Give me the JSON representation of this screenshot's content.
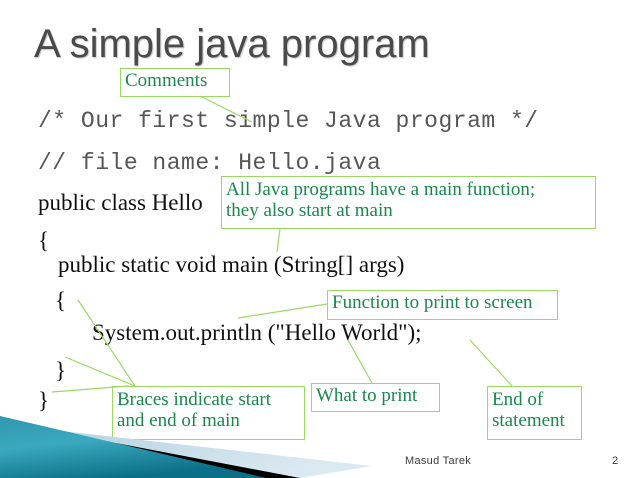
{
  "slide": {
    "title": "A simple java program",
    "title_color": "#4a4a4a",
    "background": "#ffffff"
  },
  "code": {
    "lines": [
      {
        "id": "comment1",
        "text": "/* Our first simple Java program */",
        "style": "mono"
      },
      {
        "id": "comment2",
        "text": "// file name: Hello.java",
        "style": "mono"
      },
      {
        "id": "class",
        "text": "public class Hello",
        "style": "serif"
      },
      {
        "id": "brace_open_class",
        "text": "{",
        "style": "serif"
      },
      {
        "id": "main",
        "text": "public static void main (String[] args)",
        "style": "serif"
      },
      {
        "id": "brace_open_main",
        "text": "{",
        "style": "serif"
      },
      {
        "id": "println",
        "text": "System.out.println (\"Hello World\");",
        "style": "serif"
      },
      {
        "id": "brace_close_main",
        "text": "}",
        "style": "serif"
      },
      {
        "id": "brace_close_class",
        "text": "}",
        "style": "serif"
      }
    ]
  },
  "callouts": {
    "accent_border": "#9ada62",
    "accent_text": "#18884c",
    "comments": "Comments",
    "main_function_line1": "All Java programs have a main function;",
    "main_function_line2": "they also start at main",
    "print_function": "Function to print to screen",
    "braces_line1": "Braces indicate start",
    "braces_line2": "and end of main",
    "what_to_print": "What to print",
    "end_statement_line1": "End of",
    "end_statement_line2": "statement"
  },
  "decoration": {
    "teal_dark": "#0f6f88",
    "teal_light": "#49b6cc",
    "black_band": "#000000",
    "pale_blue": "#b9d3e0"
  },
  "footer": {
    "author": "Masud Tarek",
    "page_number": "2"
  }
}
